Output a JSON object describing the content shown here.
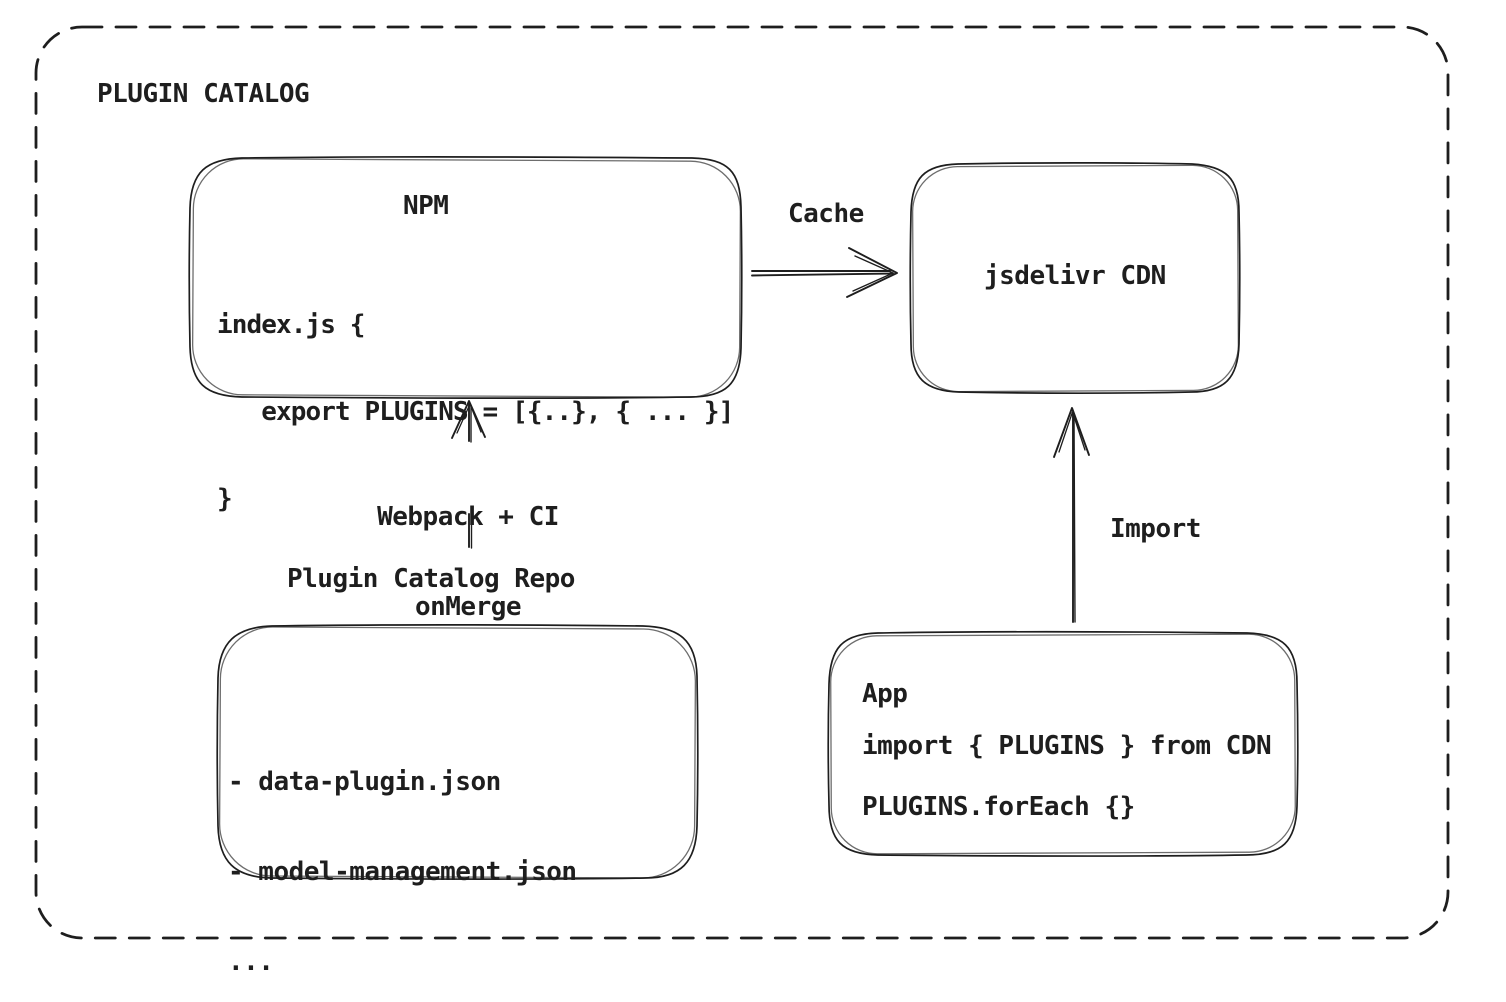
{
  "diagram": {
    "title": "PLUGIN CATALOG",
    "colors": {
      "ink": "#1e1e1e",
      "background": "#ffffff"
    },
    "nodes": {
      "npm": {
        "label": "NPM",
        "code_lines": {
          "0": "index.js {",
          "1": "   export PLUGINS = [{..}, { ... }]",
          "2": "}"
        }
      },
      "cdn": {
        "label": "jsdelivr CDN"
      },
      "repo": {
        "label": "Plugin Catalog Repo",
        "items": {
          "0": "- data-plugin.json",
          "1": "- model-management.json",
          "2": "..."
        }
      },
      "app": {
        "label": "App",
        "code_lines": {
          "0": "import { PLUGINS } from CDN",
          "1": "PLUGINS.forEach {}"
        }
      }
    },
    "edges": {
      "cache": {
        "label": "Cache"
      },
      "build": {
        "lines": {
          "0": "Webpack + CI",
          "1": "onMerge"
        }
      },
      "import": {
        "label": "Import"
      }
    }
  }
}
